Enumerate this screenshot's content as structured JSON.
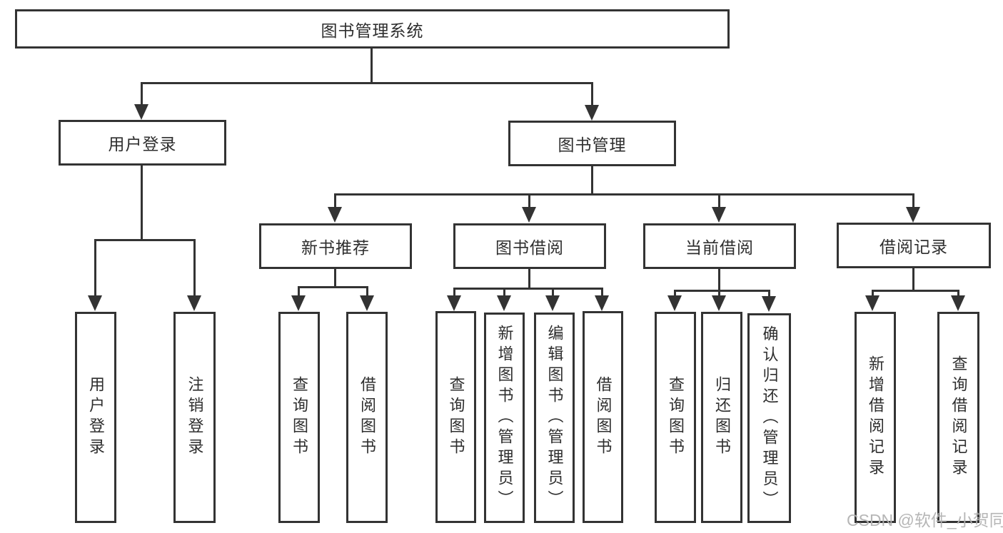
{
  "diagram": {
    "type": "hierarchy",
    "colors": {
      "line": "#333333",
      "text": "#2e2e2e",
      "background": "#ffffff",
      "watermark": "#b2b2b2"
    },
    "tree": {
      "label": "图书管理系统",
      "children": [
        {
          "label": "用户登录",
          "children": [
            {
              "label": "用户登录"
            },
            {
              "label": "注销登录"
            }
          ]
        },
        {
          "label": "图书管理",
          "children": [
            {
              "label": "新书推荐",
              "children": [
                {
                  "label": "查询图书"
                },
                {
                  "label": "借阅图书"
                }
              ]
            },
            {
              "label": "图书借阅",
              "children": [
                {
                  "label": "查询图书"
                },
                {
                  "label": "新增图书（管理员）"
                },
                {
                  "label": "编辑图书（管理员）"
                },
                {
                  "label": "借阅图书"
                }
              ]
            },
            {
              "label": "当前借阅",
              "children": [
                {
                  "label": "查询图书"
                },
                {
                  "label": "归还图书"
                },
                {
                  "label": "确认归还（管理员）"
                }
              ]
            },
            {
              "label": "借阅记录",
              "children": [
                {
                  "label": "新增借阅记录"
                },
                {
                  "label": "查询借阅记录"
                }
              ]
            }
          ]
        }
      ]
    }
  },
  "watermark": {
    "text": "CSDN @软件_小贺同学"
  }
}
